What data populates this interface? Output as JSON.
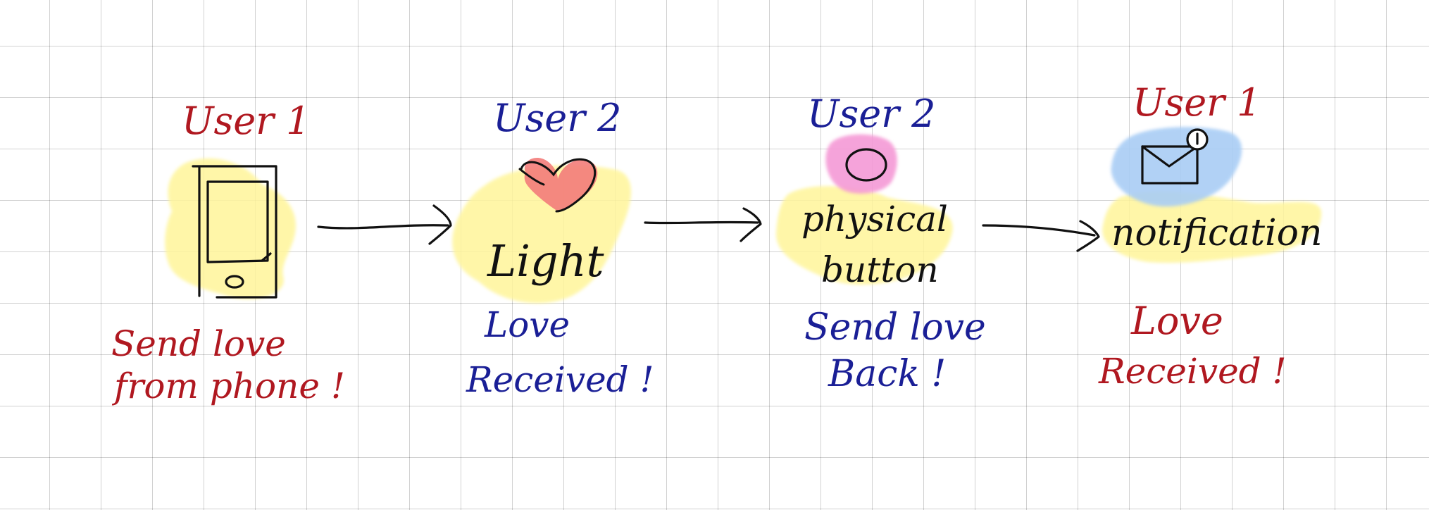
{
  "colors": {
    "red_ink": "#b01820",
    "blue_ink": "#1a1f96",
    "black_ink": "#111111",
    "yellow_highlight": "#fff59a",
    "pink_highlight": "#f59ad6",
    "blue_highlight": "#a9cdf5",
    "heart_fill": "#f37c7a",
    "grid_line": "#cfcfcf"
  },
  "steps": [
    {
      "user": "User 1",
      "icon": "phone-icon",
      "caption_line1": "Send love",
      "caption_line2": "from phone !"
    },
    {
      "user": "User 2",
      "icon": "heart-icon",
      "device_label": "Light",
      "caption_line1": "Love",
      "caption_line2": "Received !"
    },
    {
      "user": "User 2",
      "icon": "button-icon",
      "device_label_line1": "physical",
      "device_label_line2": "button",
      "caption_line1": "Send love",
      "caption_line2": "Back !"
    },
    {
      "user": "User 1",
      "icon": "mail-notification-icon",
      "device_label": "notification",
      "caption_line1": "Love",
      "caption_line2": "Received !"
    }
  ]
}
